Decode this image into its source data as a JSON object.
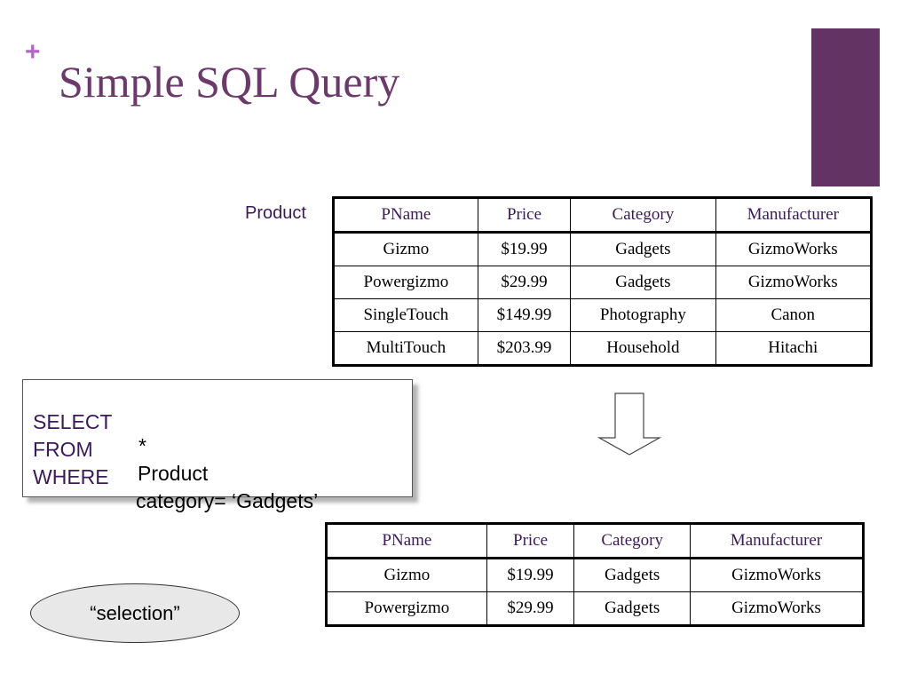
{
  "slide": {
    "plus_mark": "+",
    "title": "Simple SQL Query",
    "colors": {
      "accent": "#633463",
      "plus": "#b267c8",
      "title": "#6b3a6b",
      "header_text": "#3a1a5a"
    }
  },
  "product": {
    "label": "Product",
    "columns": [
      "PName",
      "Price",
      "Category",
      "Manufacturer"
    ],
    "rows": [
      [
        "Gizmo",
        "$19.99",
        "Gadgets",
        "GizmoWorks"
      ],
      [
        "Powergizmo",
        "$29.99",
        "Gadgets",
        "GizmoWorks"
      ],
      [
        "SingleTouch",
        "$149.99",
        "Photography",
        "Canon"
      ],
      [
        "MultiTouch",
        "$203.99",
        "Household",
        "Hitachi"
      ]
    ]
  },
  "query": {
    "select_kw": "SELECT",
    "select_arg": "*",
    "from_kw": "FROM",
    "from_arg": "Product",
    "where_kw": "WHERE",
    "where_arg": "category= ‘Gadgets’"
  },
  "result": {
    "columns": [
      "PName",
      "Price",
      "Category",
      "Manufacturer"
    ],
    "rows": [
      [
        "Gizmo",
        "$19.99",
        "Gadgets",
        "GizmoWorks"
      ],
      [
        "Powergizmo",
        "$29.99",
        "Gadgets",
        "GizmoWorks"
      ]
    ]
  },
  "selection_label": "“selection”",
  "icons": {
    "arrow": "down-arrow-icon"
  }
}
